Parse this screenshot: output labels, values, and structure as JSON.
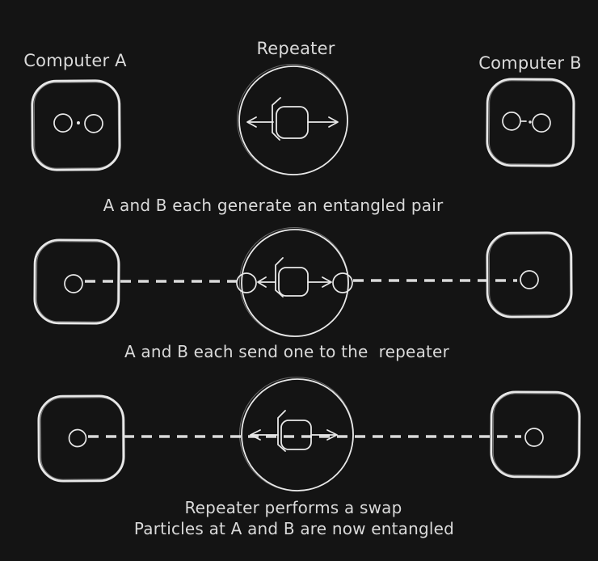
{
  "colors": {
    "background": "#141414",
    "stroke": "#e8e8e8",
    "text": "#dadada"
  },
  "labels": {
    "computer_a": "Computer A",
    "repeater": "Repeater",
    "computer_b": "Computer B"
  },
  "captions": {
    "step1": "A and B each generate an entangled pair",
    "step2": "A and B each send one to the  repeater",
    "step3_line1": "Repeater performs a swap",
    "step3_line2": "Particles at A and B are now entangled"
  }
}
